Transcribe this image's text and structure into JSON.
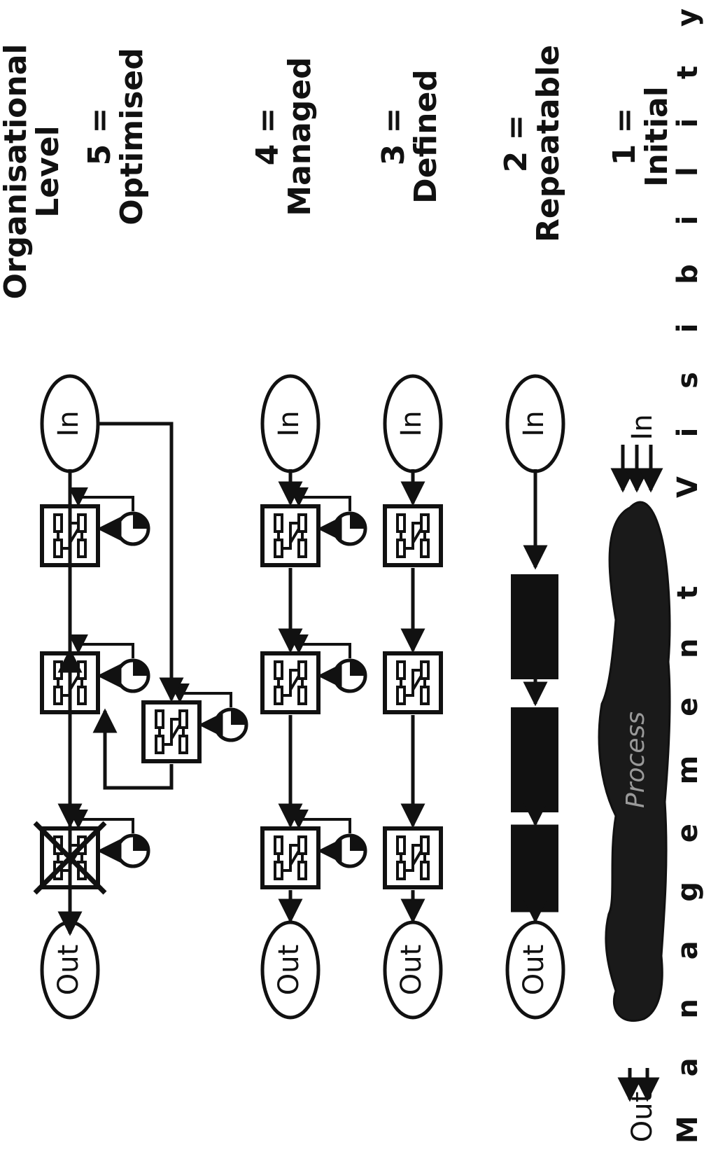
{
  "header": {
    "line1": "Organisational",
    "line2": "Level"
  },
  "levels": [
    {
      "number": "5 =",
      "name": "Optimised"
    },
    {
      "number": "4 =",
      "name": "Managed"
    },
    {
      "number": "3 =",
      "name": "Defined"
    },
    {
      "number": "2 =",
      "name": "Repeatable"
    },
    {
      "number": "1 =",
      "name": "Initial"
    }
  ],
  "side_label": "Management Visibility",
  "node_in": "In",
  "node_out": "Out",
  "process_label": "Process"
}
